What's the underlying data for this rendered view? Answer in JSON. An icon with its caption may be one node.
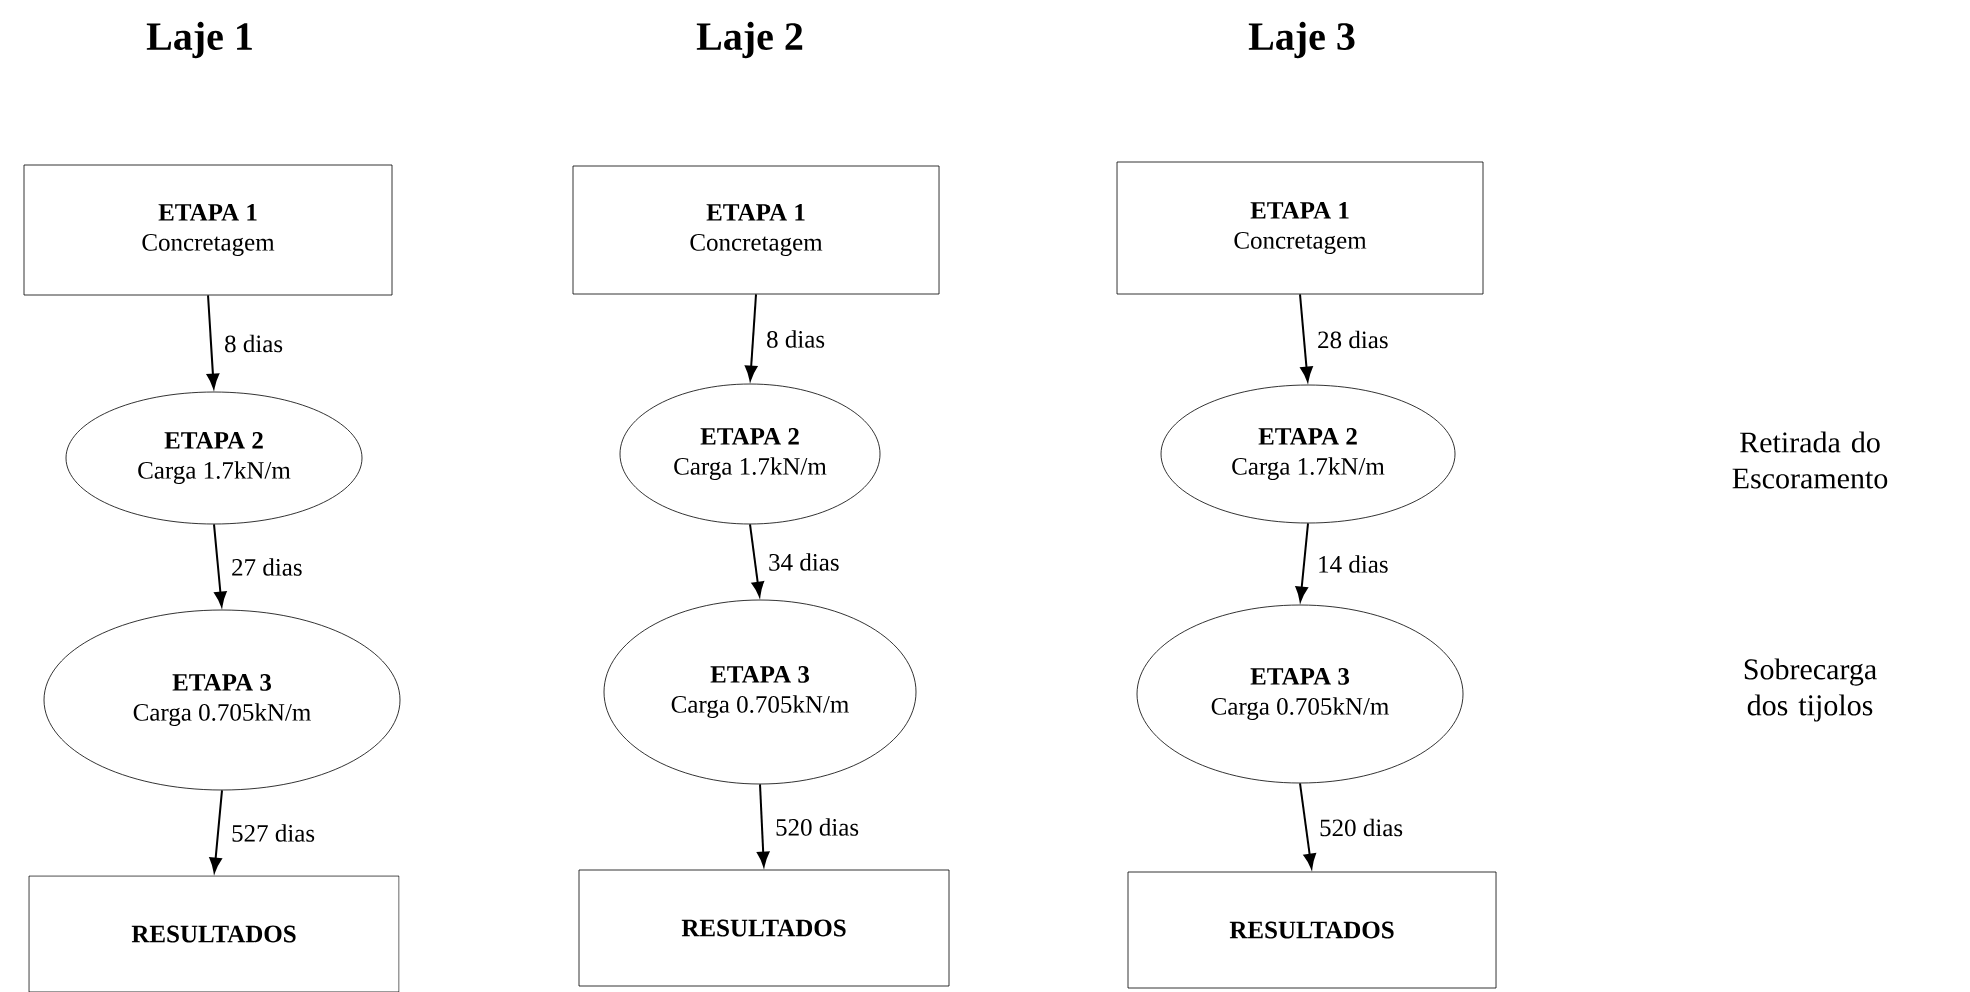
{
  "diagram": {
    "nodes": [
      {
        "text": [
          "ETAPA 1",
          "Concretagem"
        ]
      },
      {
        "text": [
          "ETAPA 2",
          "Carga 1.7kN/m"
        ]
      },
      {
        "text": [
          "ETAPA 3",
          "Carga 0.705kN/m"
        ]
      },
      {
        "text": [
          "RESULTADOS"
        ]
      },
      {
        "text": [
          "ETAPA 1",
          "Concretagem"
        ]
      },
      {
        "text": [
          "ETAPA 2",
          "Carga 1.7kN/m"
        ]
      },
      {
        "text": [
          "ETAPA 3",
          "Carga 0.705kN/m"
        ]
      },
      {
        "text": [
          "RESULTADOS"
        ]
      },
      {
        "text": [
          "ETAPA 1",
          "Concretagem"
        ]
      },
      {
        "text": [
          "ETAPA 2",
          "Carga 1.7kN/m"
        ]
      },
      {
        "text": [
          "ETAPA 3",
          "Carga 0.705kN/m"
        ]
      },
      {
        "text": [
          "RESULTADOS"
        ]
      }
    ],
    "edges": [
      {
        "from": 0,
        "to": 1,
        "arrow": "to",
        "label": "8 dias"
      },
      {
        "from": 1,
        "to": 2,
        "arrow": "to",
        "label": "27 dias"
      },
      {
        "from": 2,
        "to": 3,
        "arrow": "to",
        "label": "527 dias"
      },
      {
        "from": 4,
        "to": 5,
        "arrow": "to",
        "label": "8 dias"
      },
      {
        "from": 5,
        "to": 6,
        "arrow": "to",
        "label": "34 dias"
      },
      {
        "from": 6,
        "to": 7,
        "arrow": "to",
        "label": "520 dias"
      },
      {
        "from": 8,
        "to": 9,
        "arrow": "to",
        "label": "28 dias"
      },
      {
        "from": 9,
        "to": 10,
        "arrow": "to",
        "label": "14 dias"
      },
      {
        "from": 10,
        "to": 11,
        "arrow": "to",
        "label": "520 dias"
      }
    ],
    "labels": [
      "Laje 1",
      "Laje 2",
      "Laje 3",
      "Retirada do Escoramento",
      "Sobrecarga dos tijolos"
    ]
  }
}
